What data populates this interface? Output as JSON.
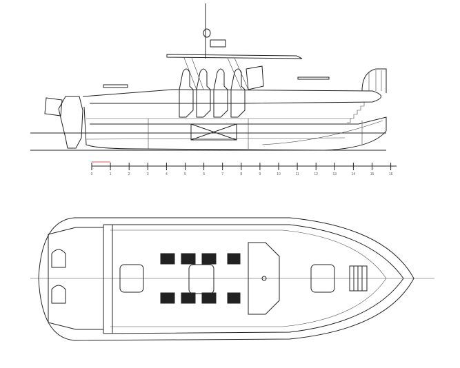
{
  "drawing": {
    "views": [
      "side-profile",
      "plan-view"
    ],
    "scale_bar": {
      "labels": [
        "0",
        "1",
        "2",
        "3",
        "4",
        "5",
        "6",
        "7",
        "8",
        "9",
        "10",
        "11",
        "12",
        "13",
        "14",
        "15",
        "16"
      ],
      "marker_color": "#d22222"
    }
  }
}
